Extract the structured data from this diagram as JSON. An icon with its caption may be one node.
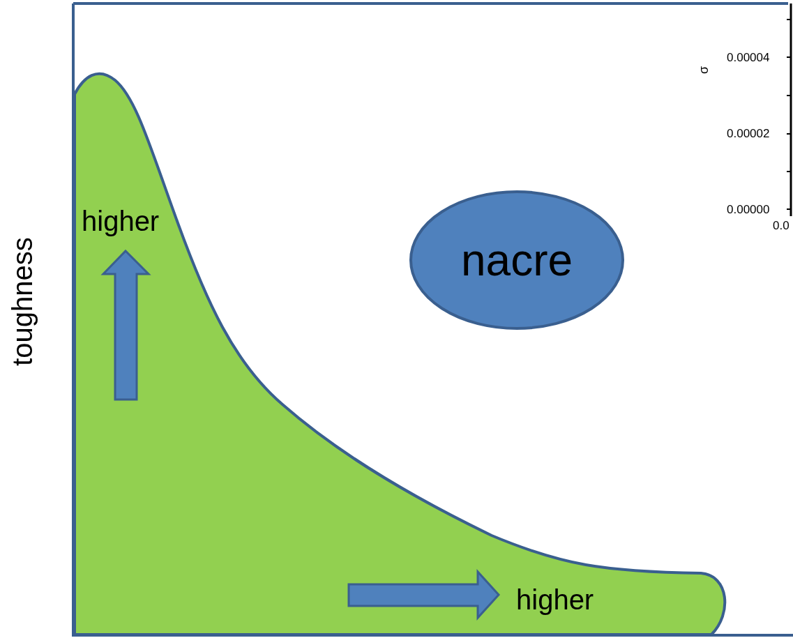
{
  "diagram": {
    "nodes": [
      {
        "text": [
          "higher",
          "higher"
        ]
      },
      {
        "text": [
          "nacre"
        ]
      }
    ],
    "labels": [
      "σ",
      "0.00004",
      "0.00002",
      "0.00000",
      "0.0",
      "toughness"
    ]
  }
}
